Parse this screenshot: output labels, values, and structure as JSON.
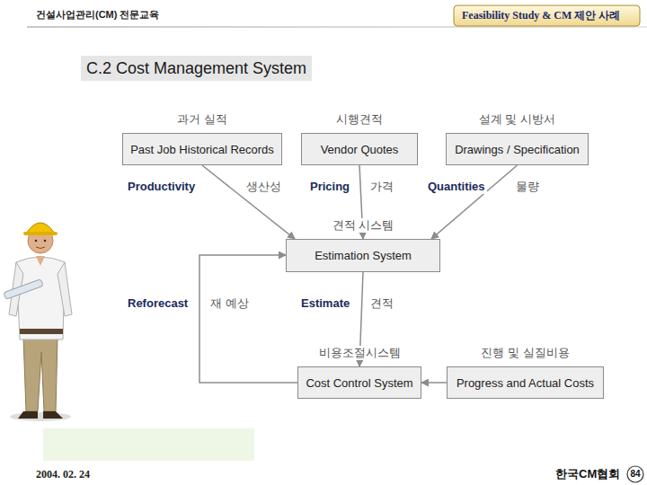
{
  "diagram": {
    "title": "C.2 Cost Management System",
    "nodes": [
      {
        "text": [
          "과거 실적",
          "Past Job Historical Records"
        ]
      },
      {
        "text": [
          "시행견적",
          "Vendor Quotes"
        ]
      },
      {
        "text": [
          "설계 및 시방서",
          "Drawings / Specification"
        ]
      },
      {
        "text": [
          "견적 시스템",
          "Estimation System"
        ]
      },
      {
        "text": [
          "비용조절시스템",
          "Cost Control System"
        ]
      },
      {
        "text": [
          "진행 및 실질비용",
          "Progress and Actual Costs"
        ]
      }
    ],
    "edges": [
      {
        "from": 0,
        "to": 3,
        "arrow": "to",
        "label": "Productivity"
      },
      {
        "from": 1,
        "to": 3,
        "arrow": "to",
        "label": "Pricing"
      },
      {
        "from": 2,
        "to": 3,
        "arrow": "to",
        "label": "Quantities"
      },
      {
        "from": 3,
        "to": 4,
        "arrow": "to",
        "label": "Estimate"
      },
      {
        "from": 5,
        "to": 4,
        "arrow": "to"
      },
      {
        "from": 4,
        "to": 3,
        "arrow": "to",
        "label": "Reforecast"
      }
    ],
    "labels": [
      "건설사업관리(CM) 전문교육",
      "Feasibility Study & CM 제안 사례",
      "생산성",
      "가격",
      "물량",
      "견적",
      "재 예상",
      "2004. 02. 24",
      "한국CM협회",
      "84"
    ]
  }
}
